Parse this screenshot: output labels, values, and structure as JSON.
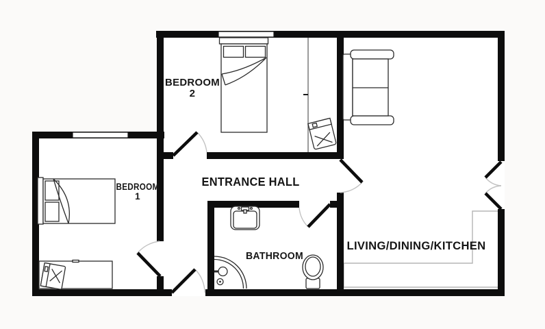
{
  "plan": {
    "type": "apartment-floor-plan",
    "rooms": {
      "bedroom2": {
        "label_line1": "BEDROOM",
        "label_line2": "2"
      },
      "bedroom1": {
        "label_line1": "BEDROOM",
        "label_line2": "1"
      },
      "entrance_hall": {
        "label": "ENTRANCE HALL"
      },
      "bathroom": {
        "label": "BATHROOM"
      },
      "living": {
        "label": "LIVING/DINING/KITCHEN"
      }
    },
    "fixtures": [
      "window",
      "single-bed",
      "double-bed",
      "sofa",
      "armchair",
      "desk",
      "desk-chair",
      "wash-basin",
      "toilet",
      "corner-shower",
      "kitchen-counter",
      "door-swing",
      "double-door-swing"
    ]
  },
  "colors": {
    "wall": "#0d0d0d",
    "furniture_outline": "#2b2b2b",
    "door_arc": "#c2c2c2",
    "counter_outline": "#b5b5b5",
    "label_text": "#161616",
    "background": "#fbfaf9",
    "room_fill": "#ffffff"
  }
}
